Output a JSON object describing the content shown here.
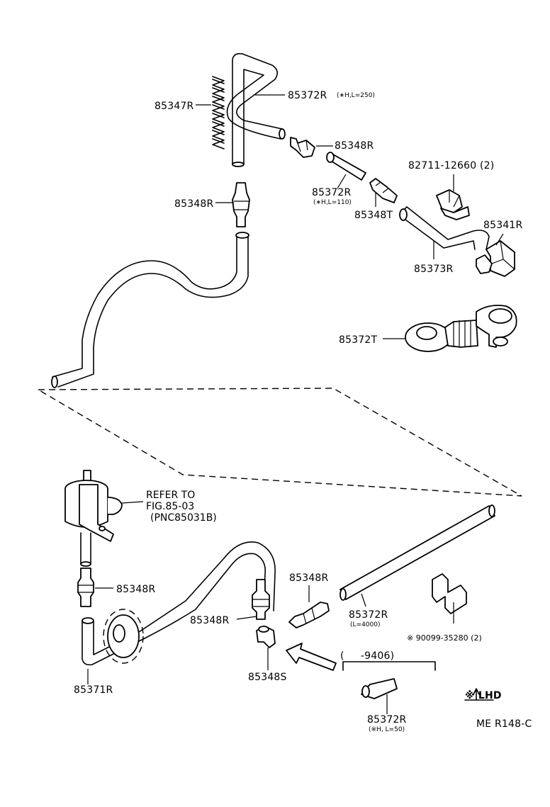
{
  "labels": {
    "p85347R": "85347R",
    "p85372R_top": "85372R",
    "p85372R_top_sub": "(∗H,L=250)",
    "p85348R_a": "85348R",
    "p82711": "82711-12660 (2)",
    "p85348R_b": "85348R",
    "p85372R_mid": "85372R",
    "p85372R_mid_sub": "(∗H,L=110)",
    "p85348T": "85348T",
    "p85341R": "85341R",
    "p85373R": "85373R",
    "p85372T": "85372T",
    "refer1": "REFER TO",
    "refer2": "FIG.85-03",
    "refer3": "(PNC85031B)",
    "p85348R_c": "85348R",
    "p85348R_d": "85348R",
    "p85348R_e": "85348R",
    "p85372R_long": "85372R",
    "p85372R_long_sub": "(L=4000)",
    "p90099": "※ 90099-35280 (2)",
    "p85371R": "85371R",
    "p85348S": "85348S",
    "date_range": "(     -9406)",
    "p85372R_bot": "85372R",
    "p85372R_bot_sub": "(※H, L=50)",
    "legend": "※ LHD",
    "ref_code": "ME R148-C"
  }
}
